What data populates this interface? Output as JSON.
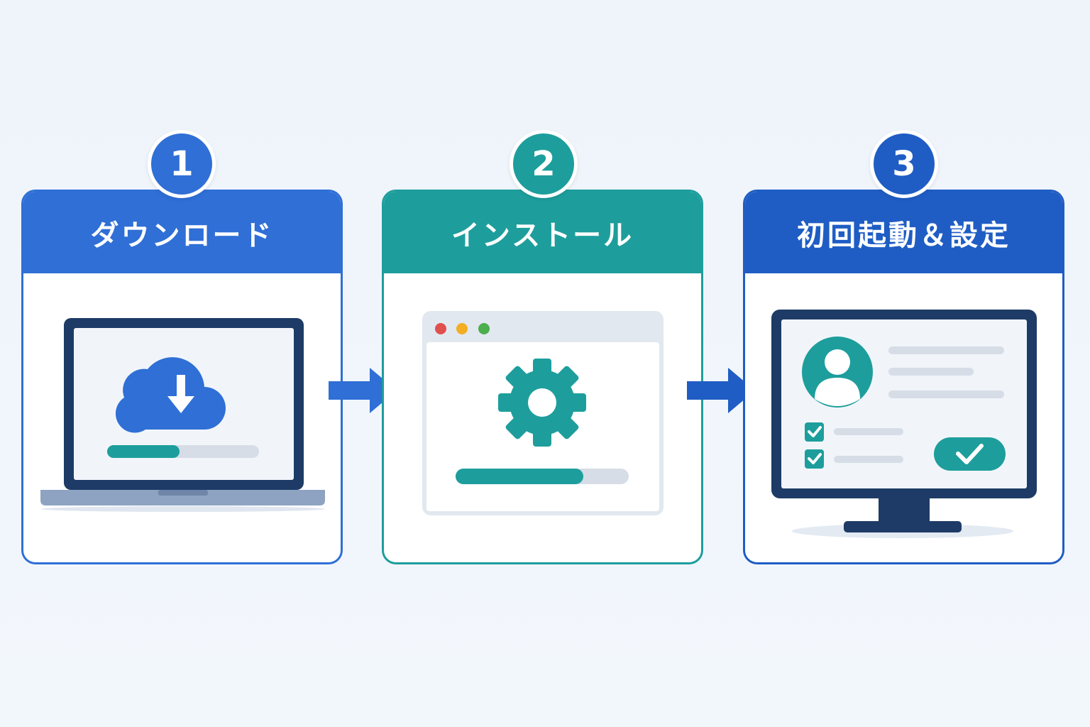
{
  "colors": {
    "step1": "#2f6fd6",
    "step2": "#1d9e9c",
    "step3": "#1f5dc4",
    "dark": "#1d3b66",
    "track": "#d6dde6"
  },
  "steps": [
    {
      "number": "1",
      "title": "ダウンロード",
      "icon": "cloud-download-icon"
    },
    {
      "number": "2",
      "title": "インストール",
      "icon": "gear-icon"
    },
    {
      "number": "3",
      "title": "初回起動＆設定",
      "icon": "user-profile-icon"
    }
  ]
}
